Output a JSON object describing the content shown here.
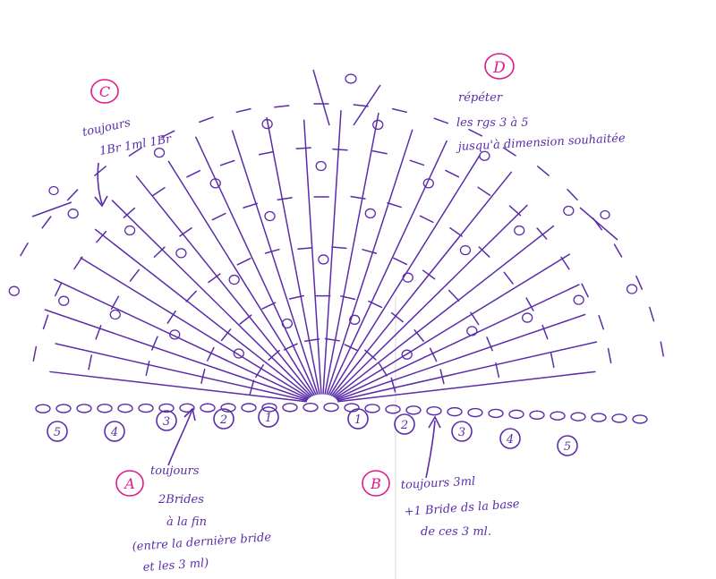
{
  "colors": {
    "stitch": "#5b2ca8",
    "marker": "#e0198a",
    "paper": "#ffffff"
  },
  "markers": [
    {
      "id": "A",
      "letter": "A"
    },
    {
      "id": "B",
      "letter": "B"
    },
    {
      "id": "C",
      "letter": "C"
    },
    {
      "id": "D",
      "letter": "D"
    }
  ],
  "notes": {
    "A": [
      "toujours",
      "2Brides",
      "à la fin",
      "(entre la dernière bride",
      "et les 3 ml)"
    ],
    "B": [
      "toujours 3ml",
      "+1 Bride ds la base",
      "de ces 3 ml."
    ],
    "C": [
      "toujours",
      "1Br 1ml 1Br"
    ],
    "D": [
      "répéter",
      "les rgs 3 à 5",
      "jusqu'à dimension souhaitée"
    ]
  },
  "row_numbers_left": [
    "5",
    "4",
    "3",
    "2",
    "1"
  ],
  "row_numbers_right": [
    "1",
    "2",
    "3",
    "4",
    "5"
  ]
}
